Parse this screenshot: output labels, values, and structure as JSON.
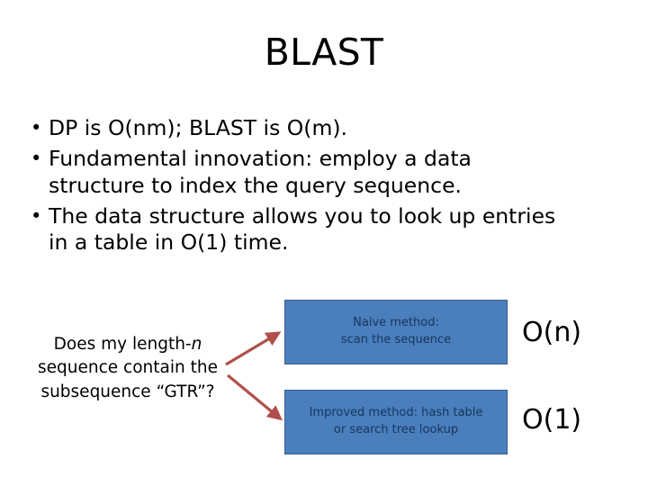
{
  "slide": {
    "title": "BLAST",
    "bullets": [
      {
        "marker": "•",
        "text": "DP is O(nm); BLAST is O(m)."
      },
      {
        "marker": "•",
        "text": "Fundamental innovation: employ a data structure to index the query sequence."
      },
      {
        "marker": "•",
        "text": "The data structure allows you to look up entries in a table in O(1) time."
      }
    ],
    "diagram": {
      "question": {
        "line1_prefix": "Does my length-",
        "line1_italic": "n",
        "line2": "sequence contain the",
        "line3": "subsequence “GTR”?"
      },
      "boxes": [
        {
          "id": "naive",
          "line1": "Naive method:",
          "line2": "scan the sequence",
          "fill": "#4A7EBC",
          "border": "#3A5F8A",
          "text_color": "#17365D",
          "complexity": "O(n)"
        },
        {
          "id": "improved",
          "line1": "Improved method: hash table",
          "line2": "or search tree lookup",
          "fill": "#4A7EBC",
          "border": "#3A5F8A",
          "text_color": "#17365D",
          "complexity": "O(1)"
        }
      ],
      "arrows": [
        {
          "id": "arrow-to-naive",
          "color": "#B0504A",
          "direction": "up-right"
        },
        {
          "id": "arrow-to-improved",
          "color": "#B0504A",
          "direction": "down-right"
        }
      ]
    }
  }
}
